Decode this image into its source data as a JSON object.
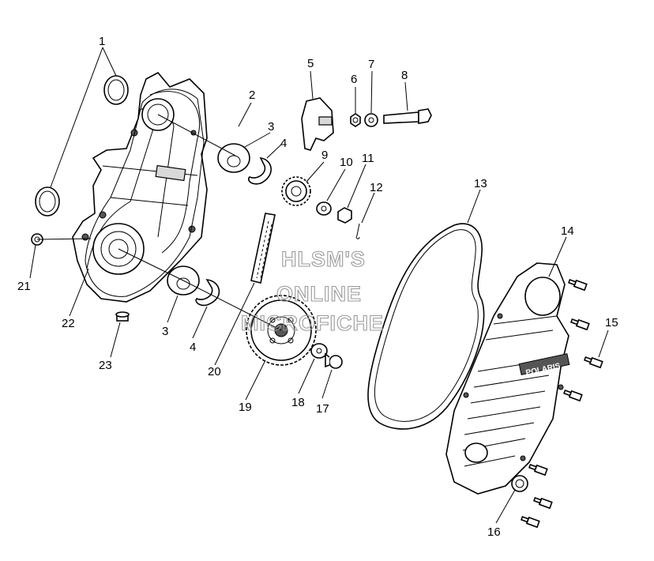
{
  "watermark": [
    "HLSM'S",
    "ONLINE",
    "MICROFICHE"
  ],
  "logo_text": "POLARIS",
  "callouts": [
    "1",
    "2",
    "3",
    "4",
    "5",
    "6",
    "7",
    "8",
    "9",
    "10",
    "11",
    "12",
    "13",
    "14",
    "15",
    "16",
    "17",
    "18",
    "19",
    "20",
    "21",
    "22",
    "23",
    "3",
    "4"
  ]
}
